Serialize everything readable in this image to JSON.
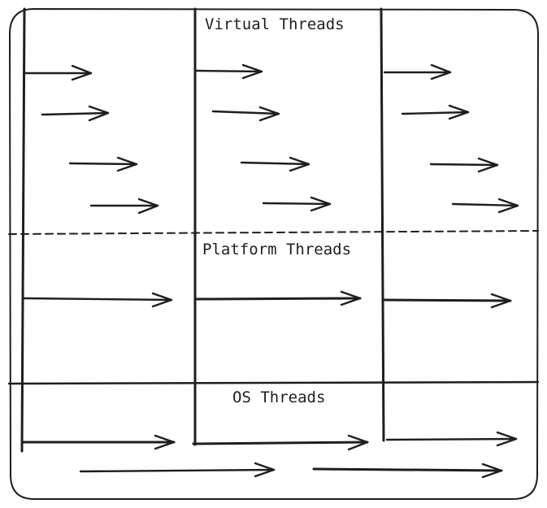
{
  "diagram": {
    "ink_color": "#1e1e1e",
    "background": "#ffffff",
    "sections": [
      {
        "id": "virtual",
        "label": "Virtual Threads"
      },
      {
        "id": "platform",
        "label": "Platform Threads"
      },
      {
        "id": "os",
        "label": "OS Threads"
      }
    ]
  }
}
